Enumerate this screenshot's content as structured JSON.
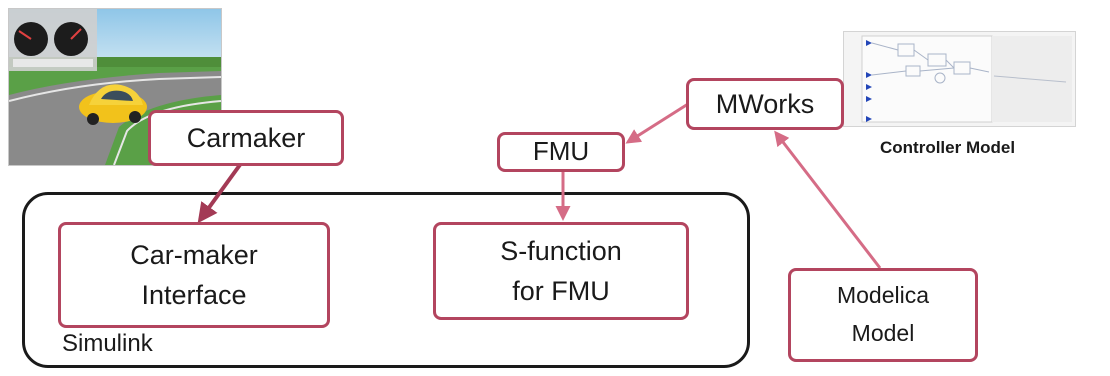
{
  "nodes": {
    "carmaker": "Carmaker",
    "fmu": "FMU",
    "mworks": "MWorks",
    "carmaker_interface": {
      "line1": "Car-maker",
      "line2": "Interface"
    },
    "sfunction": {
      "line1": "S-function",
      "line2": "for FMU"
    },
    "modelica": {
      "line1": "Modelica",
      "line2": "Model"
    }
  },
  "group_label": "Simulink",
  "controller_caption": "Controller Model",
  "colors": {
    "box_border": "#b3455f",
    "arrow_pink": "#d56c86",
    "arrow_dark": "#a33a55",
    "group_border": "#1a1a1a"
  },
  "icons": {
    "car_sim_screenshot": "car-simulation-screenshot",
    "controller_model_screenshot": "controller-model-screenshot"
  }
}
